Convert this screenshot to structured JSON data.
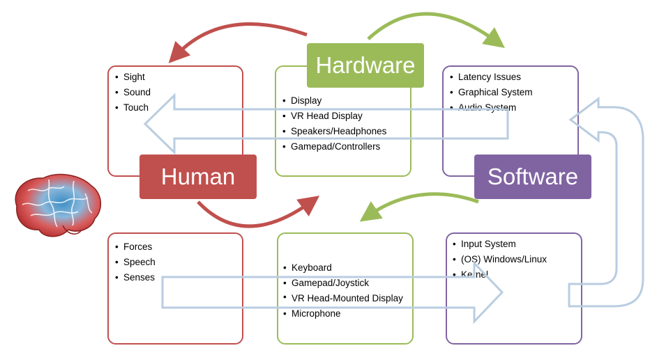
{
  "headers": {
    "human": "Human",
    "hardware": "Hardware",
    "software": "Software"
  },
  "colors": {
    "human": "#c0504d",
    "hardware": "#9bbb59",
    "software": "#8064a2",
    "flow_arrow_stroke": "#b9cde0"
  },
  "top_row": {
    "human": [
      "Sight",
      "Sound",
      "Touch"
    ],
    "hardware": [
      "Display",
      "VR Head Display",
      "Speakers/Headphones",
      "Gamepad/Controllers"
    ],
    "software": [
      "Latency Issues",
      "Graphical System",
      "Audio System"
    ]
  },
  "bottom_row": {
    "human": [
      "Forces",
      "Speech",
      "Senses"
    ],
    "hardware": [
      "Keyboard",
      "Gamepad/Joystick",
      "VR Head-Mounted Display",
      "Microphone"
    ],
    "software": [
      "Input System",
      "(OS) Windows/Linux",
      "Kernel"
    ]
  }
}
